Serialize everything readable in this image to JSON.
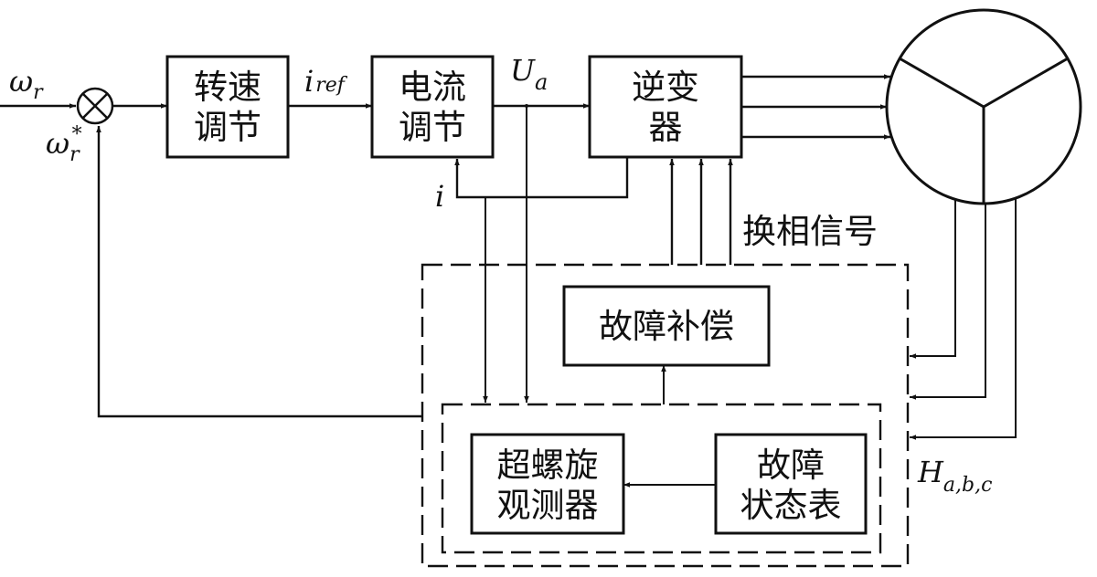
{
  "blocks": {
    "speed_regulator": [
      "转速",
      "调节"
    ],
    "current_regulator": [
      "电流",
      "调节"
    ],
    "inverter": [
      "逆变",
      "器"
    ],
    "fault_compensation": "故障补偿",
    "super_twisting_observer": [
      "超螺旋",
      "观测器"
    ],
    "fault_state_table": [
      "故障",
      "状态表"
    ]
  },
  "labels": {
    "commutation_signal": "换相信号"
  },
  "symbols": {
    "omega_r": {
      "base": "ω",
      "sub": "r"
    },
    "omega_r_ref": {
      "base": "ω",
      "sub": "r",
      "sup": "*"
    },
    "i_ref": {
      "base": "i",
      "sub": "ref"
    },
    "u_a": {
      "base": "U",
      "sub": "a"
    },
    "i": "i",
    "hall": {
      "base": "H",
      "sub": "a,b,c"
    }
  },
  "colors": {
    "stroke": "#111111",
    "background": "#ffffff"
  }
}
